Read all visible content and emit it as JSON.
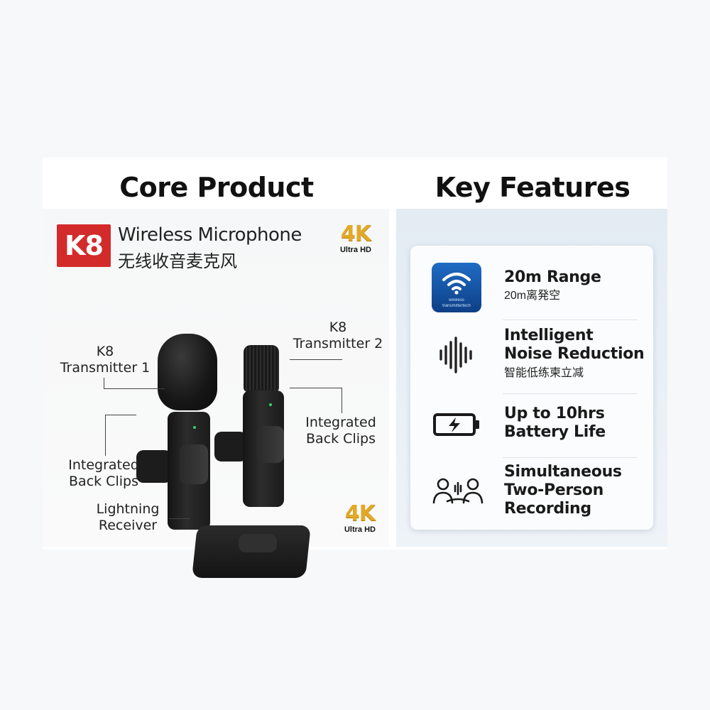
{
  "headings": {
    "core": "Core Product",
    "features": "Key Features"
  },
  "product": {
    "badge": "K8",
    "name": "Wireless Microphone",
    "name_cn": "无线收音麦克风",
    "uhd_big": "4K",
    "uhd_small": "Ultra HD"
  },
  "callouts": {
    "tx1_line1": "K8",
    "tx1_line2": "Transmitter 1",
    "tx2_line1": "K8",
    "tx2_line2": "Transmitter 2",
    "clips_right_line1": "Integrated",
    "clips_right_line2": "Back Clips",
    "clips_left_line1": "Integrated",
    "clips_left_line2": "Back Clips",
    "receiver_line1": "Lightning",
    "receiver_line2": "Receiver"
  },
  "features": [
    {
      "icon": "wifi-icon",
      "title_lines": [
        "20m Range"
      ],
      "sub": "20m离発空",
      "icon_caption_1": "wireless",
      "icon_caption_2": "transmittertech"
    },
    {
      "icon": "soundwave-icon",
      "title_lines": [
        "Intelligent",
        "Noise Reduction"
      ],
      "sub": "智能低练柬立减"
    },
    {
      "icon": "battery-icon",
      "title_lines": [
        "Up to 10hrs",
        "Battery Life"
      ]
    },
    {
      "icon": "two-person-icon",
      "title_lines": [
        "Simultaneous",
        "Two-Person",
        "Recording"
      ]
    }
  ],
  "colors": {
    "badge_red": "#d32b2b",
    "uhd_gold": "#e2a928",
    "wifi_blue": "#1f6cc4",
    "led_green": "#33d36b"
  }
}
